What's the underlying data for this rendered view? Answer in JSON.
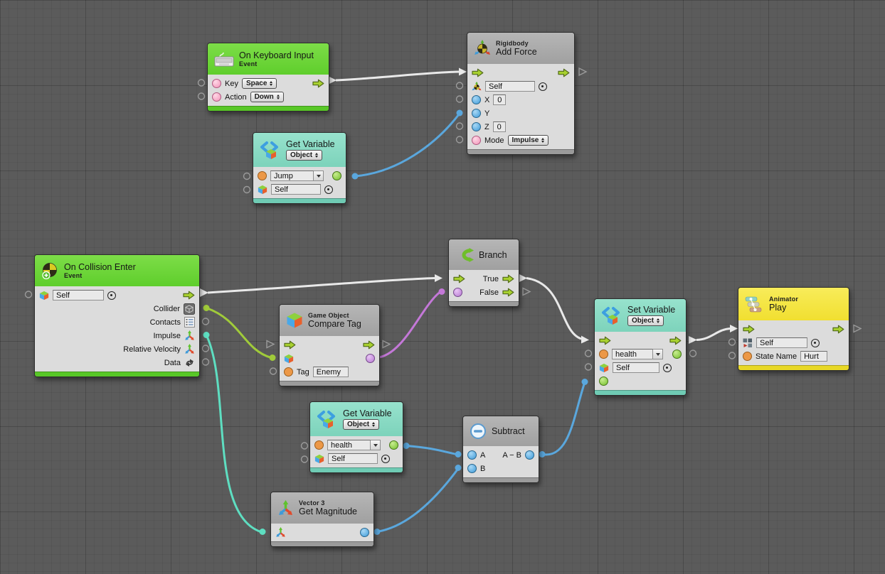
{
  "colors": {
    "background": "#5b5b5b",
    "node_body": "#dcdcdc",
    "header_green": "#6fd639",
    "header_teal": "#8adcc6",
    "header_yellow": "#f5e644",
    "header_gray": "#aaaaaa",
    "flow_arrow": "#a8d12f",
    "wire_white": "#e9e9e9",
    "wire_blue": "#5aa7dd",
    "wire_lime": "#a0cb3a",
    "wire_teal": "#5edec1",
    "wire_purple": "#c478d8",
    "port_pink": "#f193b8",
    "port_blue": "#3e9bd9",
    "port_orange": "#ec9847",
    "port_green": "#74c02c",
    "port_purple": "#b678d2"
  },
  "nodes": {
    "keyboard_input": {
      "title": "On Keyboard Input",
      "subtitle": "Event",
      "key_label": "Key",
      "key_value": "Space",
      "action_label": "Action",
      "action_value": "Down"
    },
    "add_force": {
      "caption": "Rigidbody",
      "title": "Add Force",
      "target_value": "Self",
      "x_label": "X",
      "x_value": "0",
      "y_label": "Y",
      "z_label": "Z",
      "z_value": "0",
      "mode_label": "Mode",
      "mode_value": "Impulse"
    },
    "get_variable_jump": {
      "title": "Get Variable",
      "scope": "Object",
      "name_value": "Jump",
      "target_value": "Self"
    },
    "on_collision_enter": {
      "title": "On Collision Enter",
      "subtitle": "Event",
      "target_value": "Self",
      "collider_label": "Collider",
      "contacts_label": "Contacts",
      "impulse_label": "Impulse",
      "relative_velocity_label": "Relative Velocity",
      "data_label": "Data"
    },
    "compare_tag": {
      "caption": "Game Object",
      "title": "Compare Tag",
      "tag_label": "Tag",
      "tag_value": "Enemy"
    },
    "branch": {
      "title": "Branch",
      "true_label": "True",
      "false_label": "False"
    },
    "set_variable": {
      "title": "Set Variable",
      "scope": "Object",
      "name_value": "health",
      "target_value": "Self"
    },
    "animator_play": {
      "caption": "Animator",
      "title": "Play",
      "target_value": "Self",
      "state_label": "State Name",
      "state_value": "Hurt"
    },
    "get_variable_health": {
      "title": "Get Variable",
      "scope": "Object",
      "name_value": "health",
      "target_value": "Self"
    },
    "subtract": {
      "title": "Subtract",
      "a_label": "A",
      "b_label": "B",
      "result_label": "A − B"
    },
    "get_magnitude": {
      "caption": "Vector 3",
      "title": "Get Magnitude"
    }
  }
}
